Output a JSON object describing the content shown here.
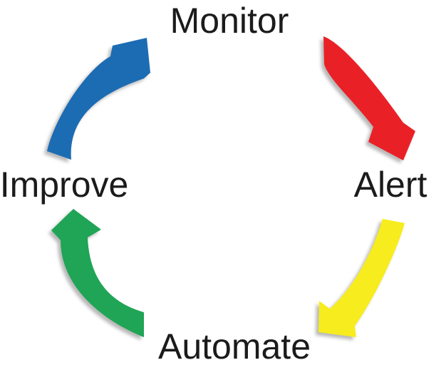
{
  "diagram": {
    "type": "cycle",
    "background": "#ffffff",
    "text_color": "#1b1b1b",
    "nodes": [
      {
        "id": "monitor",
        "label": "Monitor",
        "position": "top"
      },
      {
        "id": "alert",
        "label": "Alert",
        "position": "right"
      },
      {
        "id": "automate",
        "label": "Automate",
        "position": "bottom"
      },
      {
        "id": "improve",
        "label": "Improve",
        "position": "left"
      }
    ],
    "arrows": [
      {
        "id": "improve-to-monitor",
        "from": "Improve",
        "to": "Monitor",
        "color": "#1C6CB3"
      },
      {
        "id": "monitor-to-alert",
        "from": "Monitor",
        "to": "Alert",
        "color": "#E92127"
      },
      {
        "id": "alert-to-automate",
        "from": "Alert",
        "to": "Automate",
        "color": "#F7EC1D"
      },
      {
        "id": "automate-to-improve",
        "from": "Automate",
        "to": "Improve",
        "color": "#20A456"
      }
    ]
  }
}
